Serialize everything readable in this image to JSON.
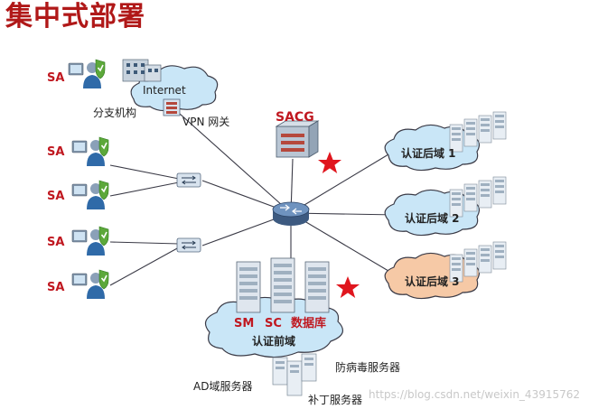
{
  "title": "集中式部署",
  "sa_label": "SA",
  "internet_label": "Internet",
  "branch_label": "分支机构",
  "vpn_label": "VPN 网关",
  "sacg_label": "SACG",
  "auth_domains": [
    "认证后域 1",
    "认证后域 2",
    "认证后域 3"
  ],
  "front_domain": {
    "sm": "SM",
    "sc": "SC",
    "db": "数据库",
    "name": "认证前域"
  },
  "servers": {
    "antivirus": "防病毒服务器",
    "ad": "AD域服务器",
    "patch": "补丁服务器"
  },
  "watermark": "https://blog.csdn.net/weixin_43915762",
  "colors": {
    "title": "#b01818",
    "sa": "#c01820",
    "cloud_blue": "#c9e6f7",
    "cloud_orange": "#f6c9a6",
    "star": "#e0161e"
  }
}
